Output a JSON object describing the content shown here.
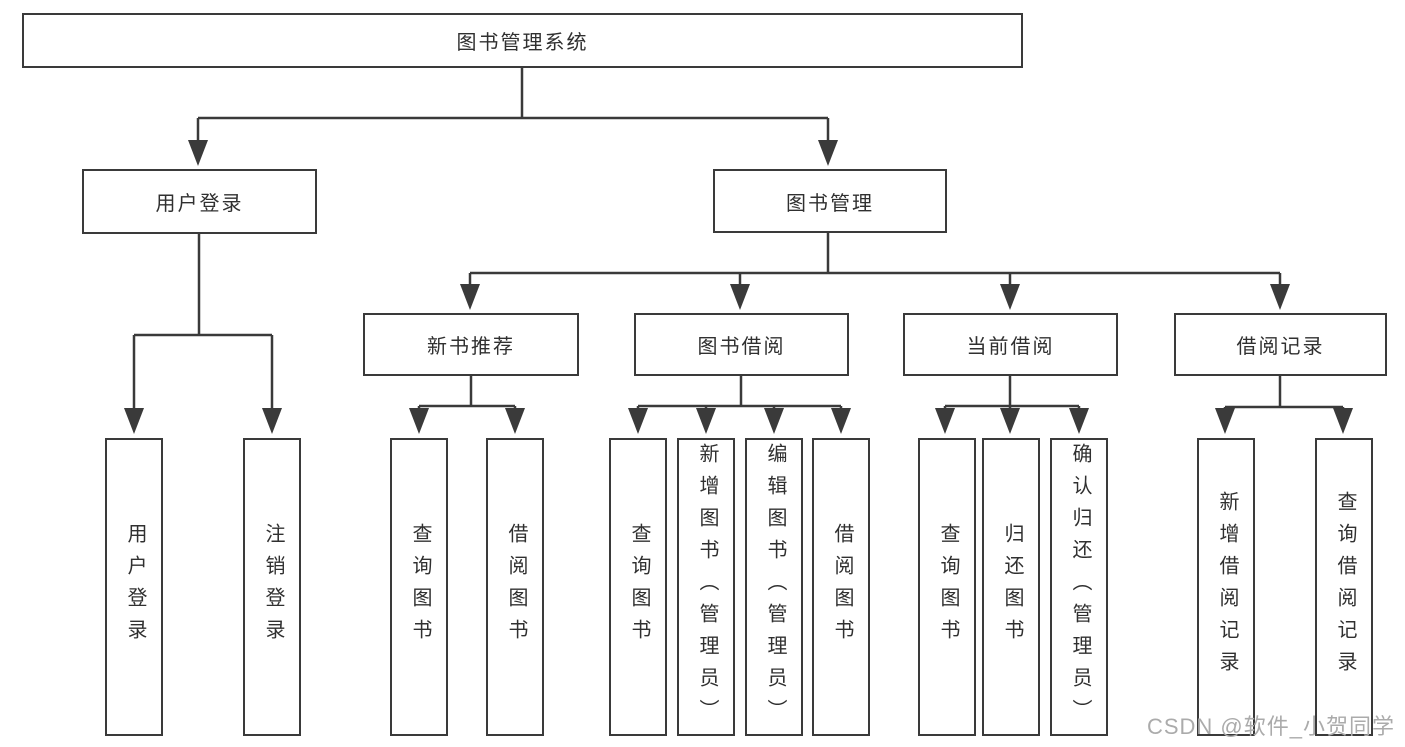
{
  "tree": {
    "label": "图书管理系统",
    "children": [
      {
        "label": "用户登录",
        "children": [
          {
            "label": "用户登录"
          },
          {
            "label": "注销登录"
          }
        ]
      },
      {
        "label": "图书管理",
        "children": [
          {
            "label": "新书推荐",
            "children": [
              {
                "label": "查询图书"
              },
              {
                "label": "借阅图书"
              }
            ]
          },
          {
            "label": "图书借阅",
            "children": [
              {
                "label": "查询图书"
              },
              {
                "label": "新增图书（管理员）"
              },
              {
                "label": "编辑图书（管理员）"
              },
              {
                "label": "借阅图书"
              }
            ]
          },
          {
            "label": "当前借阅",
            "children": [
              {
                "label": "查询图书"
              },
              {
                "label": "归还图书"
              },
              {
                "label": "确认归还（管理员）"
              }
            ]
          },
          {
            "label": "借阅记录",
            "children": [
              {
                "label": "新增借阅记录"
              },
              {
                "label": "查询借阅记录"
              }
            ]
          }
        ]
      }
    ]
  },
  "watermark": {
    "text": "CSDN @软件_小贺同学"
  },
  "colors": {
    "line": "#3a3a3a",
    "box_border": "#3a3a3a",
    "text": "#303030",
    "watermark": "#ababab",
    "background": "#ffffff"
  }
}
